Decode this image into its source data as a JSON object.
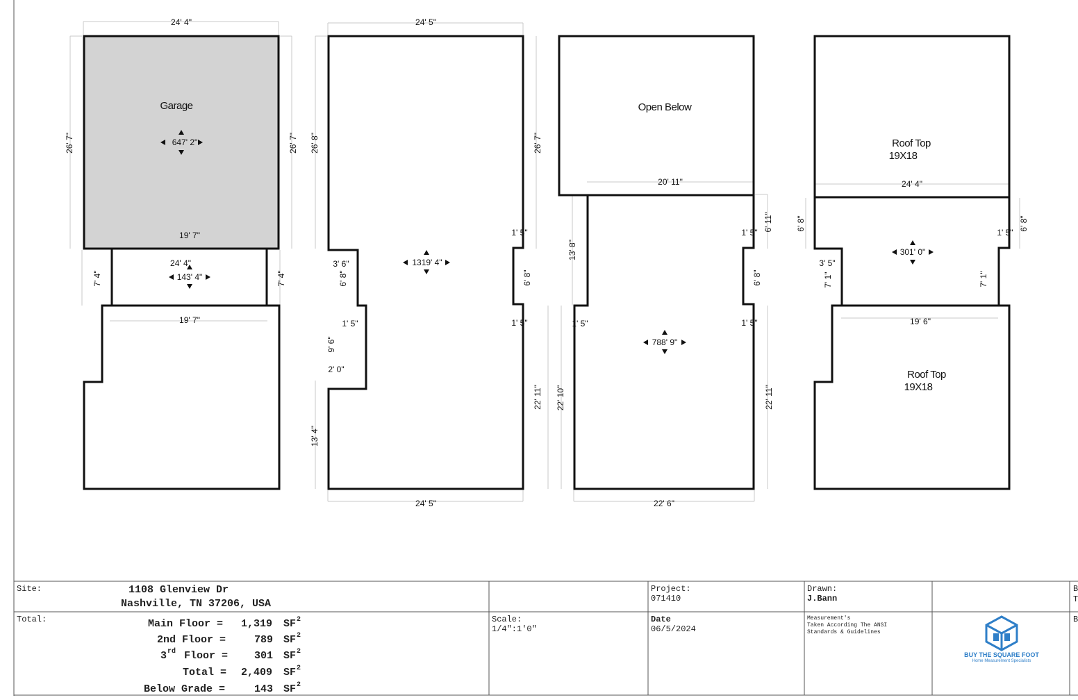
{
  "floors": {
    "garage": {
      "room_label": "Garage",
      "area": "647' 2\"",
      "dims": {
        "top": "24' 4\"",
        "left": "26' 7\"",
        "right": "26' 7\"",
        "lower_inner": "19' 7\""
      }
    },
    "below_grade": {
      "area": "143' 4\"",
      "dims": {
        "width": "24' 4\"",
        "left": "7' 4\"",
        "right": "7' 4\"",
        "bottom": "19' 7\""
      }
    },
    "main": {
      "area": "1319' 4\"",
      "dims": {
        "top": "24' 5\"",
        "left_upper": "26' 8\"",
        "right_upper": "26' 7\"",
        "notch_r1": "1' 5\"",
        "notch_l1": "3' 6\"",
        "left_notch_h": "6' 8\"",
        "right_notch_h": "6' 8\"",
        "notch_l2": "1' 5\"",
        "notch_r2": "1' 5\"",
        "left_mid": "9' 6\"",
        "left_step": "2' 0\"",
        "left_lower": "13' 4\"",
        "right_lower": "22' 11\"",
        "bottom": "24' 5\""
      }
    },
    "second": {
      "room_label": "Open Below",
      "area": "788' 9\"",
      "dims": {
        "inner_top": "20' 11\"",
        "right_top": "6' 11\"",
        "notch_r1": "1' 5\"",
        "left_upper": "13' 8\"",
        "right_notch_h": "6' 8\"",
        "notch_l": "1' 5\"",
        "notch_r2": "1' 5\"",
        "left_lower": "22' 10\"",
        "right_lower": "22' 11\"",
        "bottom": "22' 6\""
      }
    },
    "third": {
      "roof_top_label": "Roof Top",
      "roof_top_size": "19X18",
      "roof_bottom_label": "Roof Top",
      "roof_bottom_size": "19X18",
      "area": "301' 0\"",
      "dims": {
        "width": "24' 4\"",
        "left": "6' 8\"",
        "right": "6' 8\"",
        "notch_r": "1' 5\"",
        "notch_l": "3' 5\"",
        "left_h": "7' 1\"",
        "right_h": "7' 1\"",
        "bottom": "19' 6\""
      }
    }
  },
  "title_block": {
    "site_label": "Site:",
    "site_line1": "1108 Glenview Dr",
    "site_line2": "Nashville, TN 37206, USA",
    "total_label": "Total:",
    "totals": [
      {
        "name": "Main Floor",
        "value": "1,319"
      },
      {
        "name": "2nd Floor",
        "value": "789"
      },
      {
        "name": "3rd Floor",
        "value": "301"
      },
      {
        "name": "Total",
        "value": "2,409"
      },
      {
        "name": "Below Grade",
        "value": "143"
      }
    ],
    "unit": "SF",
    "unit_sup": "2",
    "ord_sup": "rd",
    "scale_label": "Scale:",
    "scale_value": "1/4\":1'0\"",
    "project_label": "Project:",
    "project_value": "071410",
    "date_label": "Date",
    "date_value": "06/5/2024",
    "drawn_label": "Drawn:",
    "drawn_value": "J.Bann",
    "note_line1": "Measurement's",
    "note_line2": "Taken According The ANSI",
    "note_line3": "Standards & Guidelines",
    "logo_name": "BUY THE SQUARE FOOT",
    "logo_tagline": "Home Measurement Specialists",
    "edge_letters": [
      "B",
      "T",
      "B"
    ]
  }
}
